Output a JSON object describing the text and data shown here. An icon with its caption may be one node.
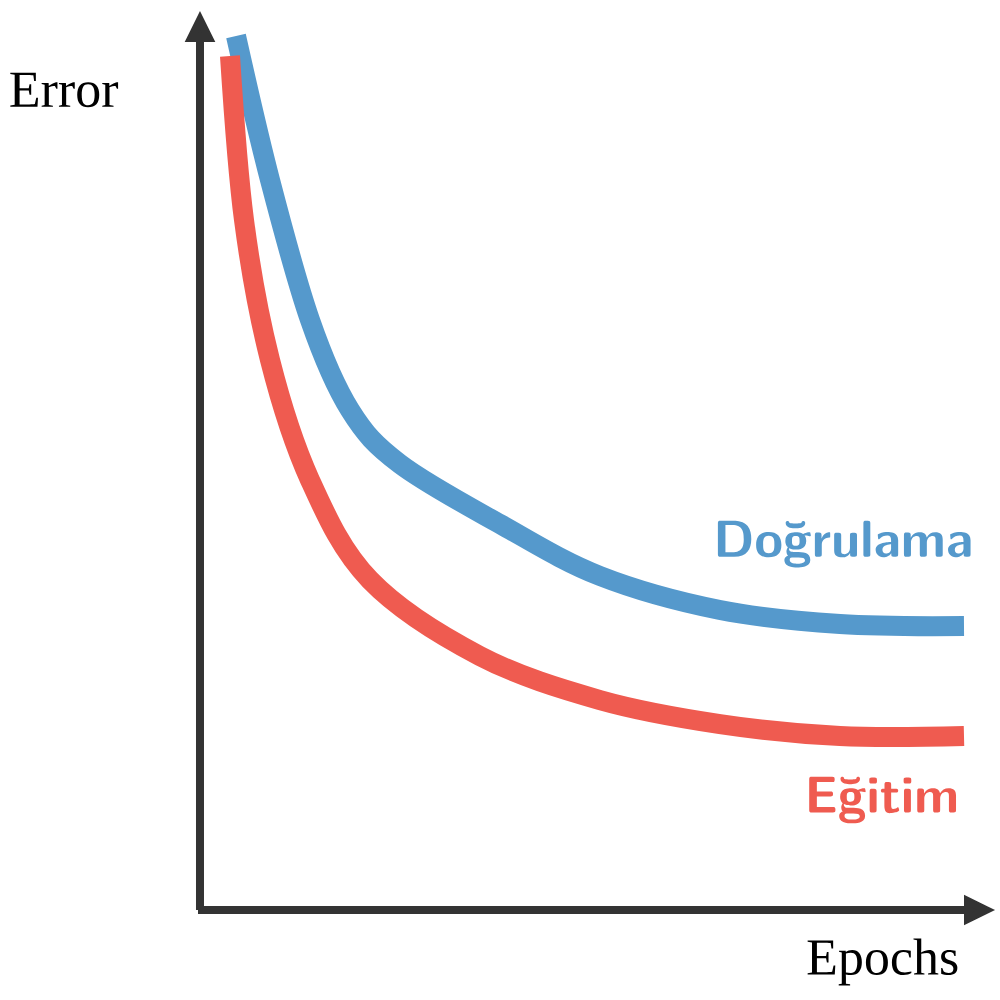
{
  "diagram": {
    "labels": [
      "Error",
      "Epochs",
      "Doğrulama",
      "Eğitim"
    ]
  }
}
